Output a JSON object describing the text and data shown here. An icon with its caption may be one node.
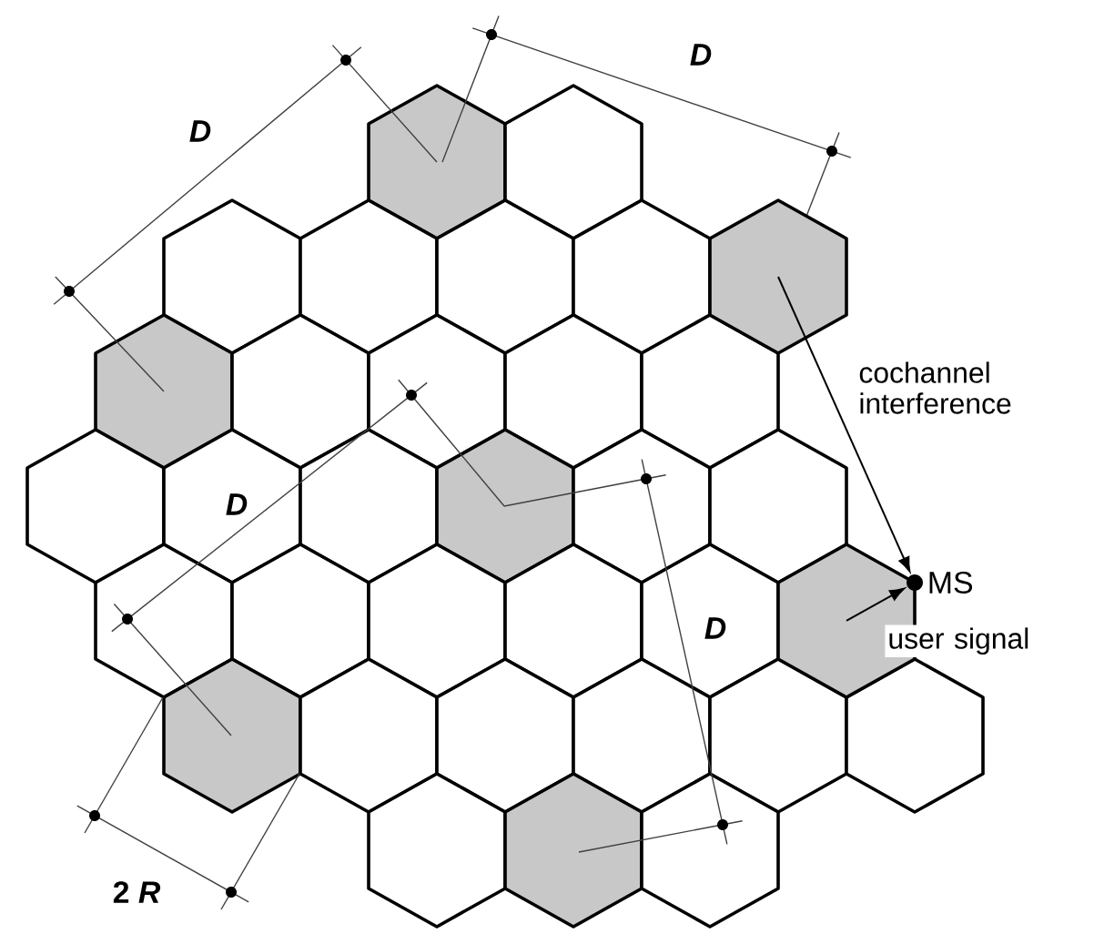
{
  "diagram": {
    "nodes": [
      {
        "text": [],
        "shape": "hexagon"
      },
      {
        "text": [],
        "shape": "hexagon"
      },
      {
        "text": [],
        "shape": "circle",
        "beside": [
          "MS"
        ]
      }
    ],
    "edges": [
      {
        "from": 0,
        "to": 2,
        "arrow": "to",
        "label": "cochannel interference"
      },
      {
        "from": 1,
        "to": 2,
        "arrow": "to",
        "label": "user signal"
      }
    ],
    "labels": [
      "D",
      "D",
      "D",
      "D",
      "2 *R*"
    ]
  }
}
